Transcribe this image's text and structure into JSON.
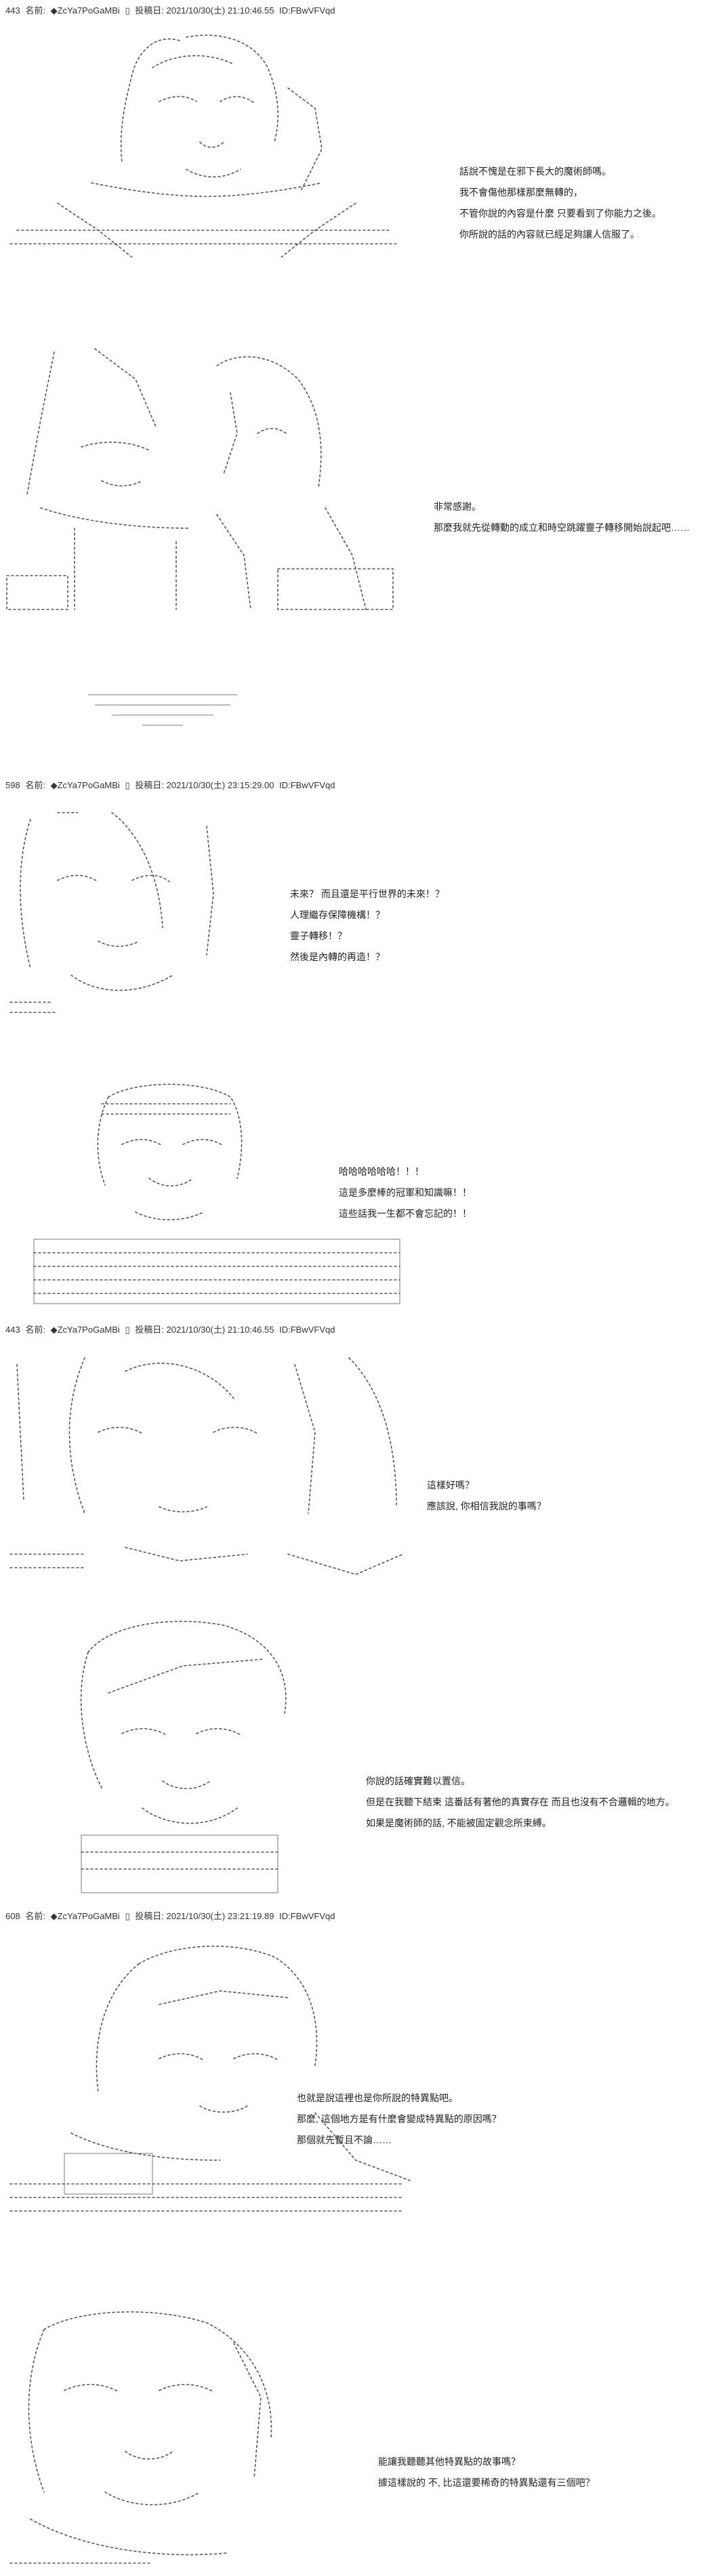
{
  "posts": [
    {
      "number": "443",
      "name_label": "名前:",
      "trip": "◆ZcYa7PoGaMBi",
      "separator": "▯",
      "date_label": "投稿日:",
      "date": "2021/10/30(土) 21:10:46.55",
      "id": "ID:FBwVFVqd",
      "panels": [
        {
          "lines": [
            "話說不愧是在邪下長大的魔術師嗎。",
            "我不會傷他那樣那麼無轉的，",
            "不管你說的內容是什麼 只要看到了你能力之後。",
            "  你所說的話的內容就已經足夠讓人信服了。"
          ]
        },
        {
          "lines": [
            "非常感謝。",
            "那麼我就先從轉動的成立和時空跳躍靈子轉移開始說起吧……"
          ]
        }
      ]
    },
    {
      "number": "598",
      "name_label": "名前:",
      "trip": "◆ZcYa7PoGaMBi",
      "separator": "▯",
      "date_label": "投稿日:",
      "date": "2021/10/30(土) 23:15:29.00",
      "id": "ID:FBwVFVqd",
      "panels": [
        {
          "lines": [
            "未來？ 而且還是平行世界的未來！？",
            "人理繼存保障機構！？",
            "靈子轉移！？",
            "然後是內轉的再造！？"
          ]
        },
        {
          "lines": [
            "哈哈哈哈哈哈！！！",
            "這是多麼棒的冠軍和知識嘛！！",
            "  這些話我一生都不會忘記的！！"
          ]
        }
      ]
    },
    {
      "number": "443",
      "name_label": "名前:",
      "trip": "◆ZcYa7PoGaMBi",
      "separator": "▯",
      "date_label": "投稿日:",
      "date": "2021/10/30(土) 21:10:46.55",
      "id": "ID:FBwVFVqd",
      "panels": [
        {
          "lines": [
            "這樣好嗎？",
            "應該說, 你相信我說的事嗎？"
          ]
        },
        {
          "lines": [
            "你說的話確實難以置信。",
            "但是在我聽下結束 這番話有著他的真實存在 而且也沒有不合邏輯的地方。",
            "如果是魔術師的話, 不能被固定觀念所束縛。"
          ]
        }
      ]
    },
    {
      "number": "608",
      "name_label": "名前:",
      "trip": "◆ZcYa7PoGaMBi",
      "separator": "▯",
      "date_label": "投稿日:",
      "date": "2021/10/30(土) 23:21:19.89",
      "id": "ID:FBwVFVqd",
      "panels": [
        {
          "lines": [
            "也就是說這裡也是你所說的特異點吧。",
            "那麼, 這個地方是有什麼會變成特異點的原因嗎？",
            "  那個就先暫且不論……"
          ]
        },
        {
          "lines": [
            "能讓我聽聽其他特異點的故事嗎？",
            "據這樣說的 不, 比這還要稀奇的特異點還有三個吧？"
          ]
        }
      ]
    }
  ]
}
